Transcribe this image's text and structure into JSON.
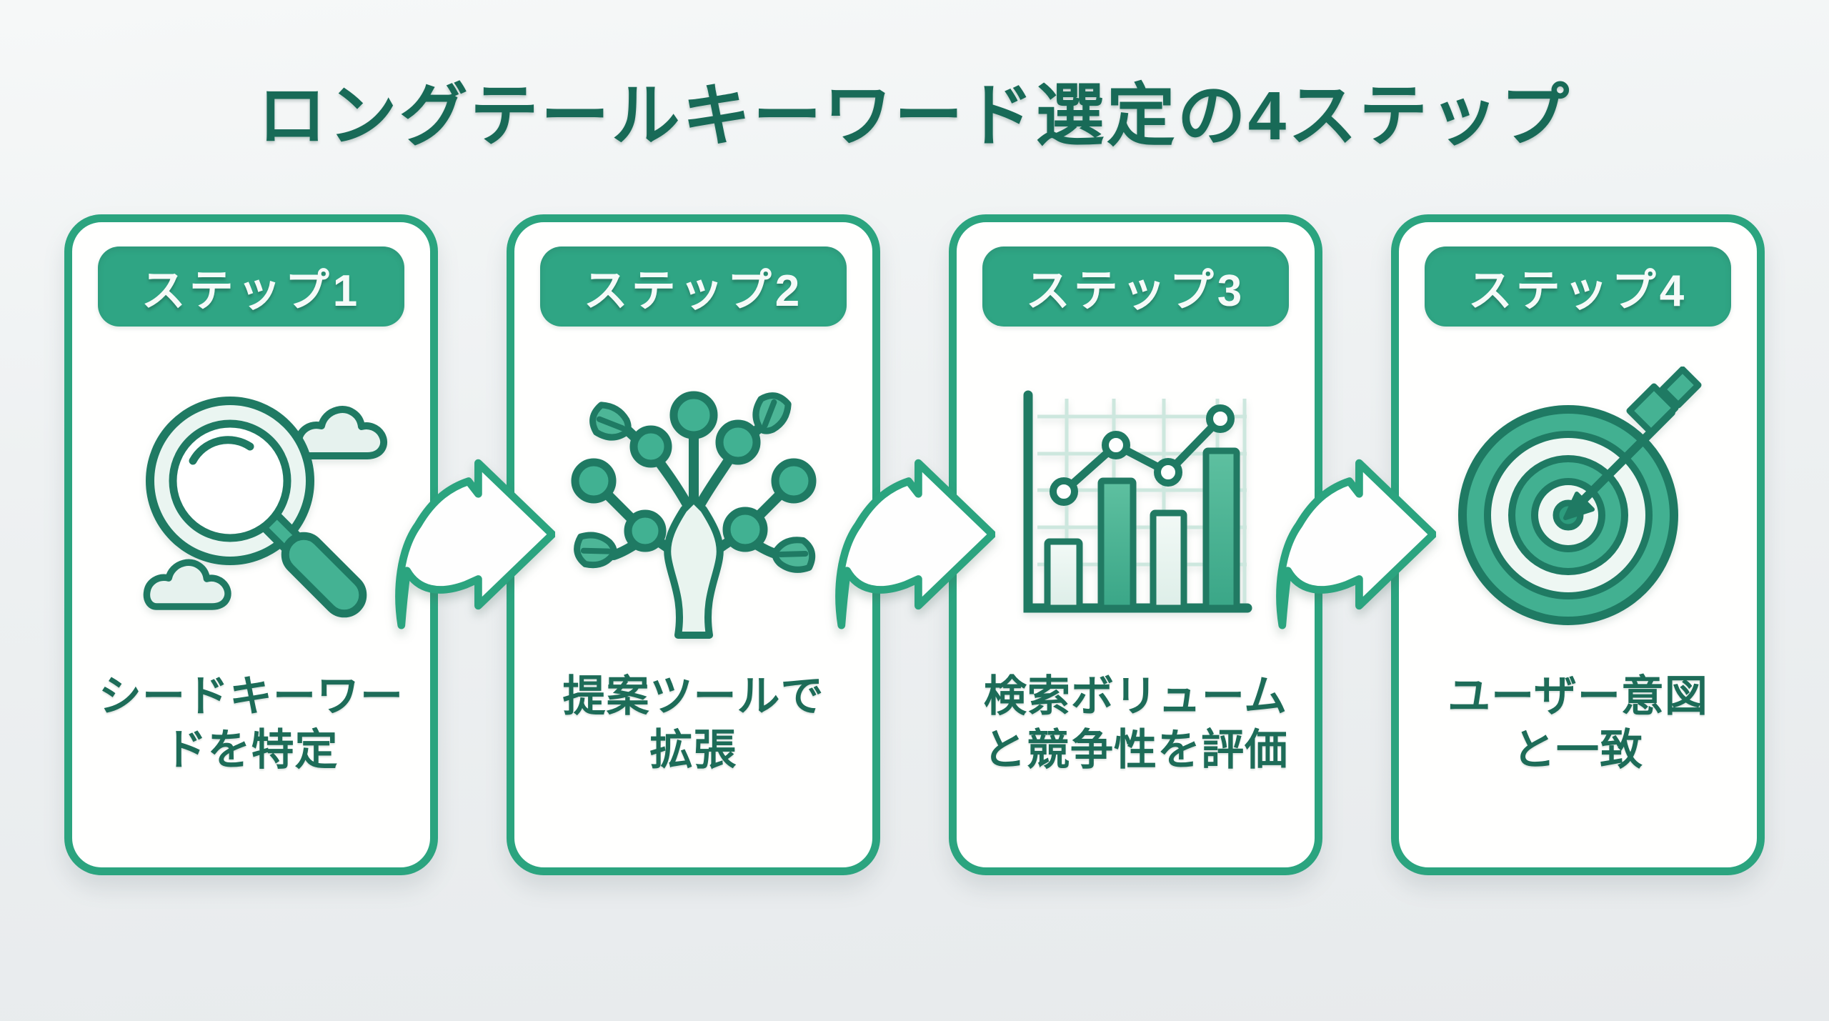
{
  "title": "ロングテールキーワード選定の4ステップ",
  "steps": [
    {
      "badge": "ステップ1",
      "icon": "magnifier-search-clouds-icon",
      "text": "シードキーワードを特定",
      "line1": "シードキーワー",
      "line2": "ドを特定"
    },
    {
      "badge": "ステップ2",
      "icon": "keyword-expansion-tree-icon",
      "text": "提案ツールで拡張",
      "line1": "提案ツールで",
      "line2": "拡張"
    },
    {
      "badge": "ステップ3",
      "icon": "bar-line-chart-icon",
      "text": "検索ボリュームと競争性を評価",
      "line1": "検索ボリューム",
      "line2": "と競争性を評価"
    },
    {
      "badge": "ステップ4",
      "icon": "target-arrow-icon",
      "text": "ユーザー意図と一致",
      "line1": "ユーザー意図",
      "line2": "と一致"
    }
  ],
  "connector_icon": "curved-next-arrow-icon",
  "colors": {
    "background": "#edf0f1",
    "card_background": "#fffffe",
    "accent_green": "#2ba47f",
    "badge_green": "#2fa584",
    "badge_text": "#f5faf8",
    "title_text": "#186a57",
    "body_text": "#1d6c58",
    "icon_outline": "#1f7a63",
    "icon_teal": "#45b293",
    "icon_light": "#e7f3ef"
  }
}
